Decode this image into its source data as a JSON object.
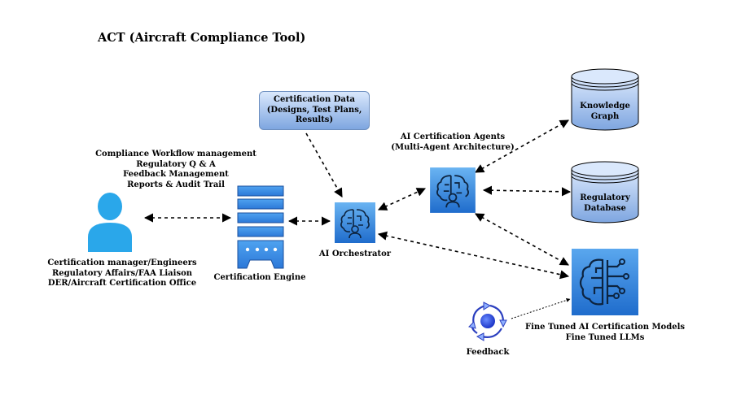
{
  "title": "ACT (Aircraft Compliance Tool)",
  "cert_data": {
    "line1": "Certification Data",
    "line2": "(Designs, Test Plans,",
    "line3": "Results)"
  },
  "workflow": {
    "line1": "Compliance Workflow management",
    "line2": "Regulatory Q & A",
    "line3": "Feedback Management",
    "line4": "Reports & Audit Trail"
  },
  "user": {
    "line1": "Certification manager/Engineers",
    "line2": "Regulatory Affairs/FAA Liaison",
    "line3": "DER/Aircraft Certification Office"
  },
  "engine_label": "Certification Engine",
  "orchestrator_label": "AI Orchestrator",
  "agents": {
    "line1": "AI Certification Agents",
    "line2": "(Multi-Agent Architecture)"
  },
  "knowledge": {
    "line1": "Knowledge",
    "line2": "Graph"
  },
  "regdb": {
    "line1": "Regulatory",
    "line2": "Database"
  },
  "models": {
    "line1": "Fine Tuned AI Certification Models",
    "line2": "Fine Tuned LLMs"
  },
  "feedback_label": "Feedback",
  "colors": {
    "accent": "#3a6fd8",
    "person": "#2aa7ea",
    "db_top": "#dae8fc",
    "db_bottom": "#7ea6e0",
    "ai_light": "#5aa7ee",
    "ai_dark": "#1f6ccc"
  },
  "icons": [
    "person-icon",
    "server-icon",
    "brain-circuit-icon",
    "database-icon",
    "feedback-cycle-icon"
  ]
}
